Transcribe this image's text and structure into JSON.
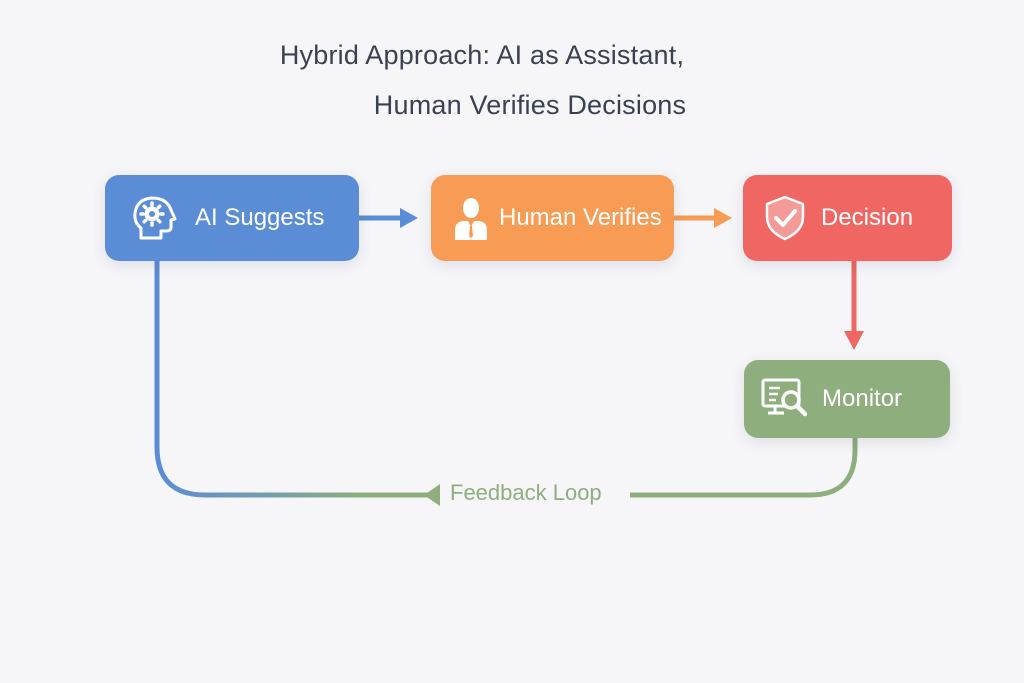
{
  "title": {
    "line1": "Hybrid Approach: AI as Assistant,",
    "line2": "Human Verifies Decisions"
  },
  "nodes": {
    "ai_suggests": {
      "label": "AI Suggests",
      "icon": "head-gear-icon",
      "color": "#5b8dd6"
    },
    "human_verifies": {
      "label": "Human Verifies",
      "icon": "person-icon",
      "color": "#f89b55"
    },
    "decision": {
      "label": "Decision",
      "icon": "shield-check-icon",
      "color": "#ef6662"
    },
    "monitor": {
      "label": "Monitor",
      "icon": "monitor-search-icon",
      "color": "#8fae7e"
    }
  },
  "feedback": {
    "label": "Feedback Loop",
    "color": "#8fae7e"
  }
}
